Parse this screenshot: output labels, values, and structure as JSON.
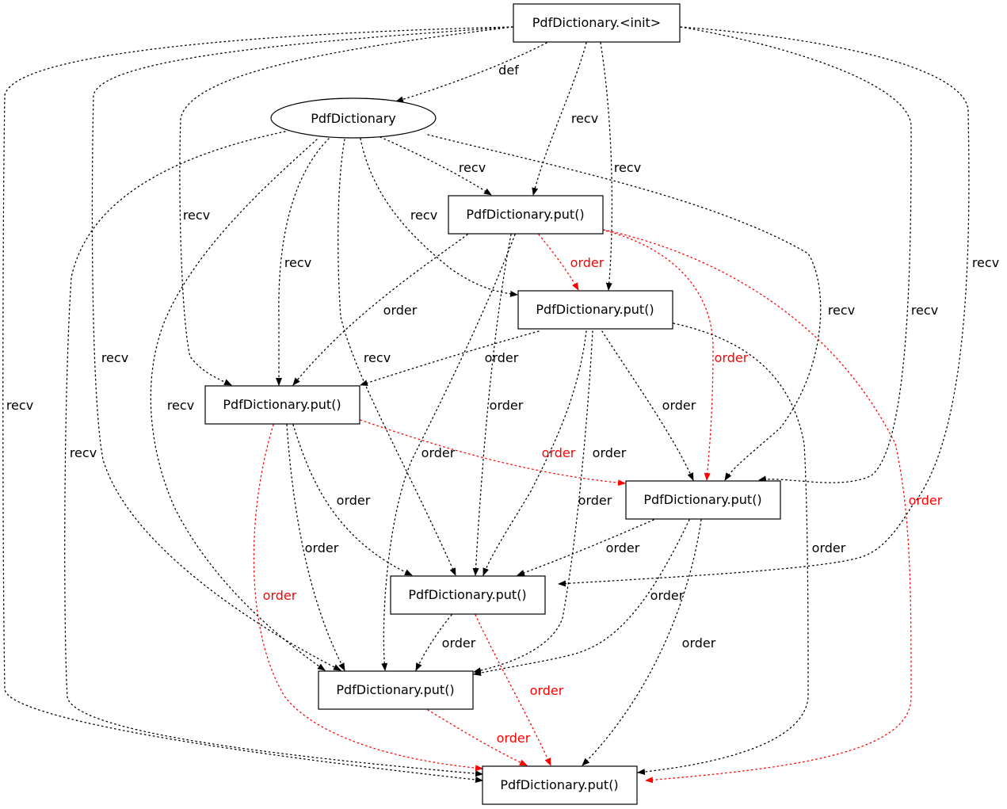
{
  "colors": {
    "black": "#000000",
    "red": "#ff0000"
  },
  "nodes": {
    "init": "PdfDictionary.<init>",
    "obj": "PdfDictionary",
    "p1": "PdfDictionary.put()",
    "p2": "PdfDictionary.put()",
    "p3": "PdfDictionary.put()",
    "p4": "PdfDictionary.put()",
    "p5": "PdfDictionary.put()",
    "p6": "PdfDictionary.put()",
    "p7": "PdfDictionary.put()"
  },
  "edges": [
    {
      "from": "init",
      "to": "obj",
      "label": "def",
      "color": "black"
    },
    {
      "from": "init",
      "to": "p1",
      "label": "recv",
      "color": "black"
    },
    {
      "from": "init",
      "to": "p2",
      "label": "recv",
      "color": "black"
    },
    {
      "from": "init",
      "to": "p3",
      "label": "recv",
      "color": "black"
    },
    {
      "from": "init",
      "to": "p4",
      "label": "recv",
      "color": "black"
    },
    {
      "from": "init",
      "to": "p5",
      "label": "recv",
      "color": "black"
    },
    {
      "from": "init",
      "to": "p6",
      "label": "recv",
      "color": "black"
    },
    {
      "from": "init",
      "to": "p7",
      "label": "recv",
      "color": "black"
    },
    {
      "from": "obj",
      "to": "p1",
      "label": "recv",
      "color": "black"
    },
    {
      "from": "obj",
      "to": "p2",
      "label": "recv",
      "color": "black"
    },
    {
      "from": "obj",
      "to": "p3",
      "label": "recv",
      "color": "black"
    },
    {
      "from": "obj",
      "to": "p4",
      "label": "recv",
      "color": "black"
    },
    {
      "from": "obj",
      "to": "p5",
      "label": "recv",
      "color": "black"
    },
    {
      "from": "obj",
      "to": "p6",
      "label": "recv",
      "color": "black"
    },
    {
      "from": "obj",
      "to": "p7",
      "label": "recv",
      "color": "black"
    },
    {
      "from": "p1",
      "to": "p2",
      "label": "order",
      "color": "red"
    },
    {
      "from": "p1",
      "to": "p3",
      "label": "order",
      "color": "black"
    },
    {
      "from": "p1",
      "to": "p4",
      "label": "order",
      "color": "red"
    },
    {
      "from": "p1",
      "to": "p5",
      "label": "order",
      "color": "black"
    },
    {
      "from": "p1",
      "to": "p6",
      "label": "order",
      "color": "black"
    },
    {
      "from": "p1",
      "to": "p7",
      "label": "order",
      "color": "red"
    },
    {
      "from": "p2",
      "to": "p3",
      "label": "order",
      "color": "black"
    },
    {
      "from": "p2",
      "to": "p4",
      "label": "order",
      "color": "black"
    },
    {
      "from": "p2",
      "to": "p5",
      "label": "order",
      "color": "black"
    },
    {
      "from": "p2",
      "to": "p6",
      "label": "order",
      "color": "black"
    },
    {
      "from": "p2",
      "to": "p7",
      "label": "order",
      "color": "black"
    },
    {
      "from": "p3",
      "to": "p4",
      "label": "order",
      "color": "red"
    },
    {
      "from": "p3",
      "to": "p5",
      "label": "order",
      "color": "black"
    },
    {
      "from": "p3",
      "to": "p6",
      "label": "order",
      "color": "black"
    },
    {
      "from": "p3",
      "to": "p7",
      "label": "order",
      "color": "red"
    },
    {
      "from": "p4",
      "to": "p5",
      "label": "order",
      "color": "black"
    },
    {
      "from": "p4",
      "to": "p6",
      "label": "order",
      "color": "black"
    },
    {
      "from": "p4",
      "to": "p7",
      "label": "order",
      "color": "black"
    },
    {
      "from": "p5",
      "to": "p6",
      "label": "order",
      "color": "black"
    },
    {
      "from": "p5",
      "to": "p7",
      "label": "order",
      "color": "red"
    },
    {
      "from": "p6",
      "to": "p7",
      "label": "order",
      "color": "red"
    }
  ]
}
